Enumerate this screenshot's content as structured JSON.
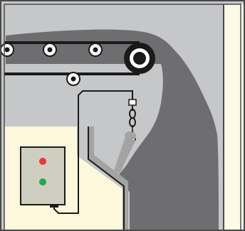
{
  "diagram": {
    "components": [
      "conveyor-belt",
      "head-pulley",
      "idler-rollers",
      "return-roller",
      "material-pile",
      "chute-plate",
      "tilt-switch-probe",
      "control-box",
      "indicator-lamp-red",
      "indicator-lamp-green",
      "signal-cable"
    ]
  },
  "colors": {
    "background": "#c6c7c9",
    "frame_border": "#4a4a4a",
    "right_panel": "#fdfae6",
    "foreground_panel": "#fdf7db",
    "material": "#6e6e70",
    "chute": "#a3a3a3",
    "belt": "#1a1a1a",
    "control_box": "#cfcfc1",
    "lamp_red": "#e8393c",
    "lamp_green": "#1faa53"
  },
  "indicators": {
    "red_lamp_on": true,
    "green_lamp_on": true
  }
}
